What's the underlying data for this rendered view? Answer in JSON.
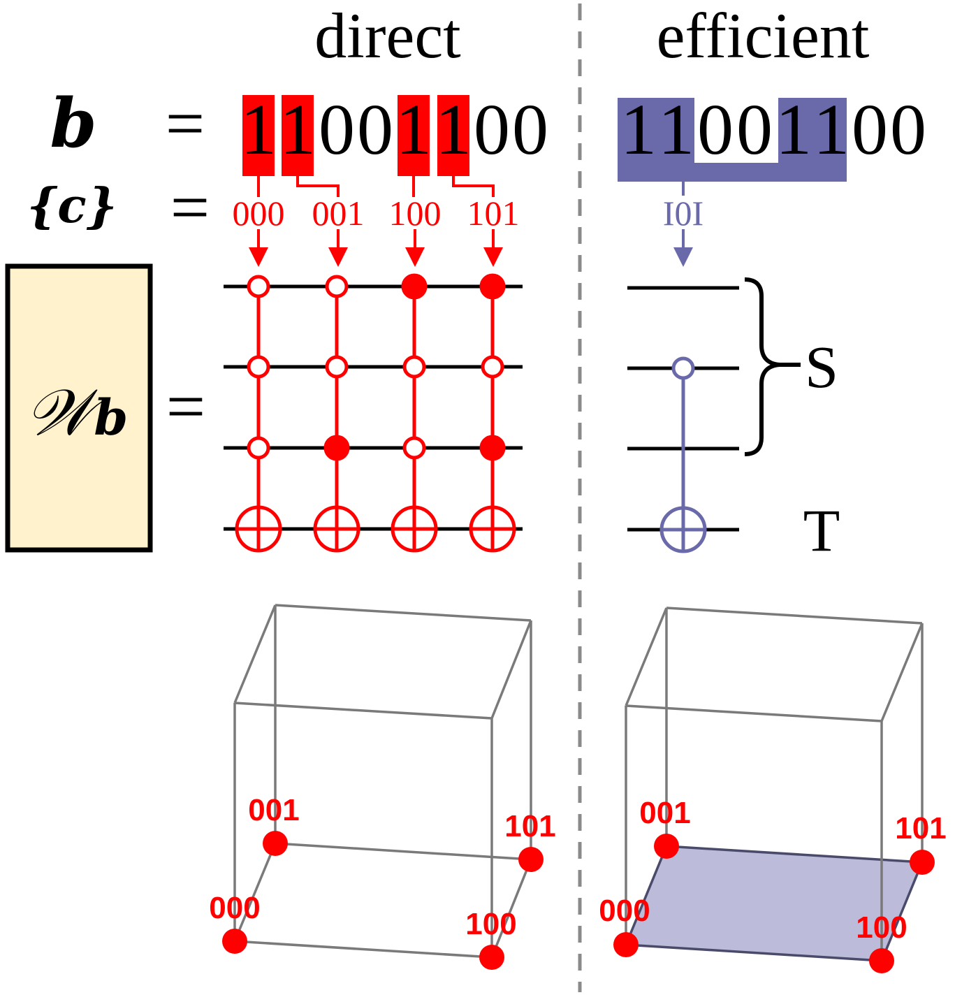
{
  "headings": {
    "left": "direct",
    "right": "efficient"
  },
  "equation": {
    "b_symbol": "b",
    "equals": "=",
    "c_symbol": "{c}",
    "w_symbol": "𝒲",
    "w_sub": "b"
  },
  "bitstring": {
    "left": [
      "1",
      "1",
      "0",
      "0",
      "1",
      "1",
      "0",
      "0"
    ],
    "right": [
      "1",
      "1",
      "0",
      "0",
      "1",
      "1",
      "0",
      "0"
    ]
  },
  "direct_codes": [
    "000",
    "001",
    "100",
    "101"
  ],
  "efficient_code": "I0I",
  "register_labels": {
    "s": "S",
    "t": "T"
  },
  "cube_direct_labels": {
    "v000": "000",
    "v001": "001",
    "v100": "100",
    "v101": "101"
  },
  "cube_efficient_labels": {
    "v000": "000",
    "v001": "001",
    "v100": "100",
    "v101": "101"
  },
  "colors": {
    "red": "#ff0000",
    "blue": "#6a6aaa",
    "blue_fill": "#6a6aaa",
    "face_fill": "#bcbcda",
    "box_fill": "#fff2cc",
    "cube_line": "#7a7a7a",
    "divider": "#8a8a8a"
  }
}
